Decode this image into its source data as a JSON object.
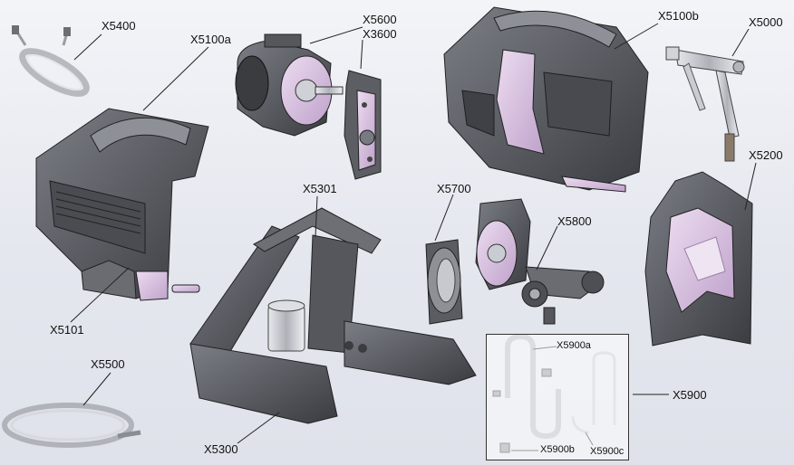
{
  "labels": {
    "x5400": "X5400",
    "x5100a": "X5100a",
    "x5600": "X5600",
    "x3600": "X3600",
    "x5100b": "X5100b",
    "x5000": "X5000",
    "x5200": "X5200",
    "x5301": "X5301",
    "x5700": "X5700",
    "x5800": "X5800",
    "x5101": "X5101",
    "x5500": "X5500",
    "x5300": "X5300",
    "x5900": "X5900",
    "x5900a": "X5900a",
    "x5900b": "X5900b",
    "x5900c": "X5900c"
  },
  "colors": {
    "body": "#5b5d63",
    "body_light": "#8c8e94",
    "body_dark": "#2e3034",
    "accent": "#d9c4e0",
    "accent_dark": "#b89bc4",
    "chrome": "#c9ccd2",
    "line": "#222222"
  }
}
